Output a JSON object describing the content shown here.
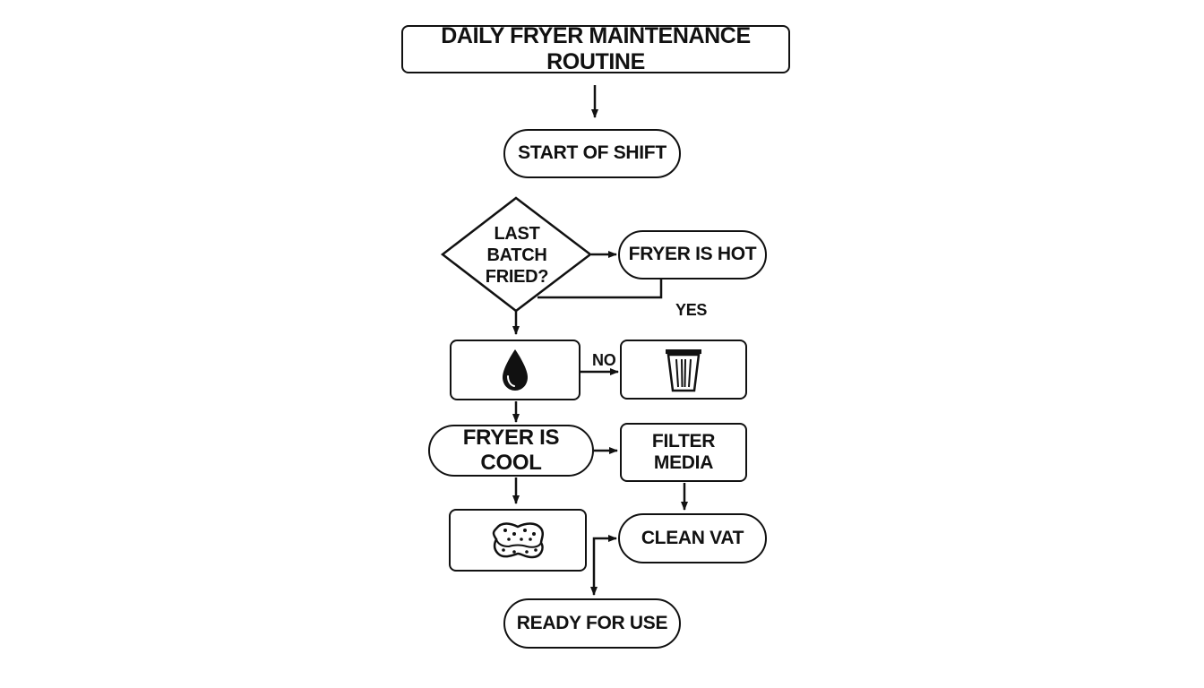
{
  "title": "DAILY FRYER MAINTENANCE ROUTINE",
  "nodes": {
    "start": "START OF SHIFT",
    "decision": "LAST BATCH FRIED?",
    "fryer_hot": "FRYER IS HOT",
    "fryer_cool": "FRYER IS COOL",
    "filter_media": "FILTER MEDIA",
    "clean_vat": "CLEAN VAT",
    "ready": "READY FOR USE"
  },
  "edge_labels": {
    "yes": "YES",
    "no": "NO"
  },
  "icons": {
    "oil": "oil-drop-icon",
    "trash": "trash-bin-icon",
    "sponge": "sponge-icon"
  }
}
